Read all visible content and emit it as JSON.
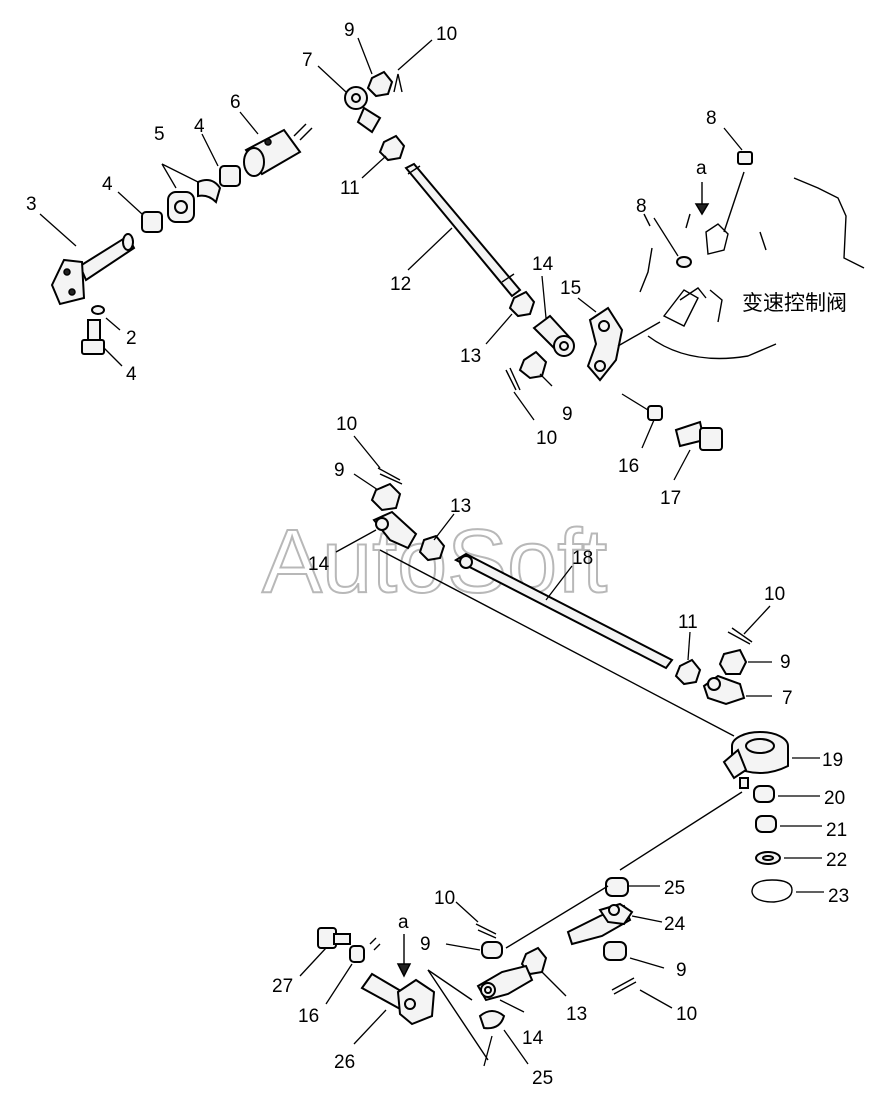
{
  "watermark": "AutoSoft",
  "valve_label": "变速控制阀",
  "view_letter_top": "a",
  "view_letter_bottom": "a",
  "callouts": {
    "c3": "3",
    "c4a": "4",
    "c5": "5",
    "c4b": "4",
    "c6": "6",
    "c2": "2",
    "c4c": "4",
    "c9a": "9",
    "c10a": "10",
    "c7a": "7",
    "c11a": "11",
    "c12": "12",
    "c13a": "13",
    "c14a": "14",
    "c15": "15",
    "c8a": "8",
    "c8b": "8",
    "c9b": "9",
    "c10b": "10",
    "c16a": "16",
    "c17": "17",
    "c10c": "10",
    "c9c": "9",
    "c13b": "13",
    "c14b": "14",
    "c18": "18",
    "c11b": "11",
    "c10d": "10",
    "c9d": "9",
    "c7b": "7",
    "c19": "19",
    "c20": "20",
    "c21": "21",
    "c22": "22",
    "c23": "23",
    "c25a": "25",
    "c24": "24",
    "c9e": "9",
    "c10e": "10",
    "c10f": "10",
    "c9f": "9",
    "c13c": "13",
    "c14c": "14",
    "c25b": "25",
    "c27": "27",
    "c16b": "16",
    "c26": "26"
  }
}
